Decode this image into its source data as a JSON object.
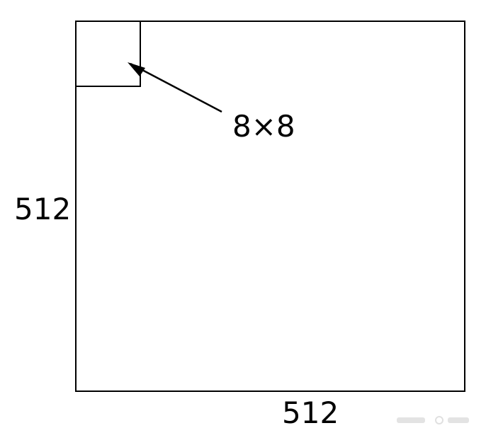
{
  "diagram": {
    "block_label": "8×8",
    "side_label_left": "512",
    "side_label_bottom": "512",
    "colors": {
      "stroke": "#000000",
      "background": "#ffffff",
      "watermark": "#c8c8c8"
    }
  }
}
